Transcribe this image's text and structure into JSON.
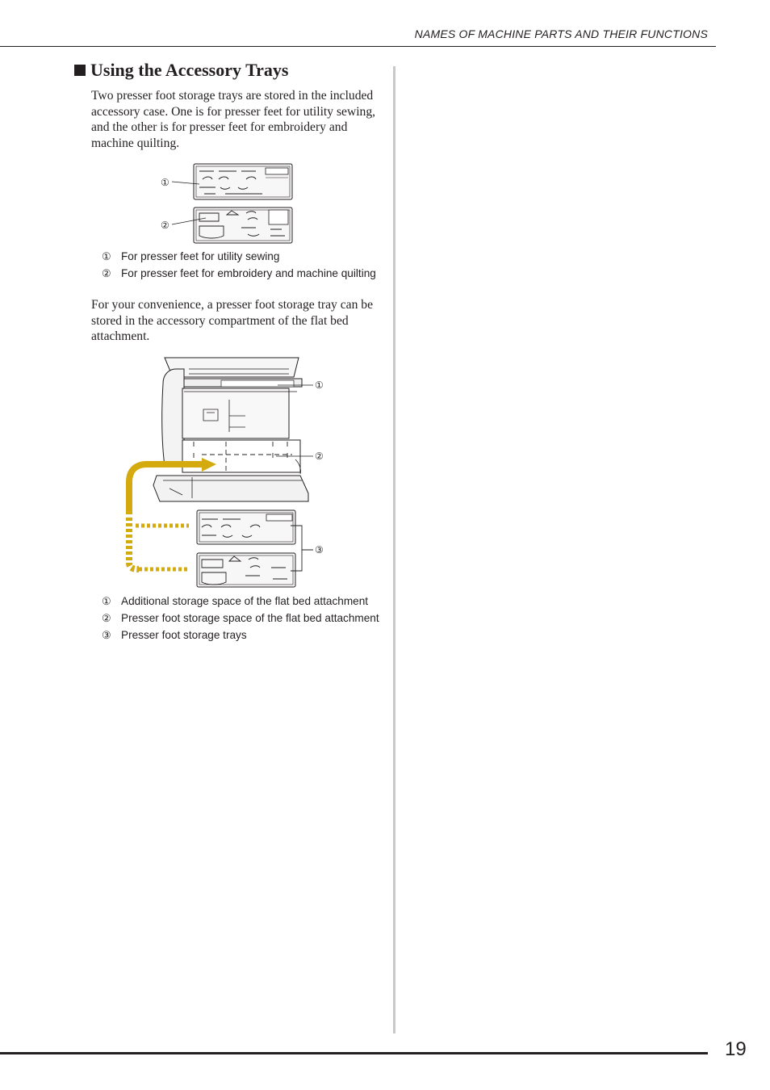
{
  "header": {
    "title": "NAMES OF MACHINE PARTS AND THEIR FUNCTIONS"
  },
  "section": {
    "heading": "Using the Accessory Trays",
    "paragraph1": "Two presser foot storage trays are stored in the included accessory case. One is for presser feet for utility sewing, and the other is for presser feet for embroidery and machine quilting.",
    "figure1": {
      "callouts": [
        "①",
        "②"
      ],
      "legend": [
        {
          "num": "①",
          "text": "For presser feet for utility sewing"
        },
        {
          "num": "②",
          "text": "For presser feet for embroidery and machine quilting"
        }
      ]
    },
    "paragraph2": "For your convenience, a presser foot storage tray can be stored in the accessory compartment of the flat bed attachment.",
    "figure2": {
      "callouts": [
        "①",
        "②",
        "③"
      ],
      "legend": [
        {
          "num": "①",
          "text": "Additional storage space of the flat bed attachment"
        },
        {
          "num": "②",
          "text": "Presser foot storage space of the flat bed attachment"
        },
        {
          "num": "③",
          "text": "Presser foot storage trays"
        }
      ],
      "arrow_color": "#d4aa0f"
    }
  },
  "footer": {
    "page_number": "19"
  }
}
